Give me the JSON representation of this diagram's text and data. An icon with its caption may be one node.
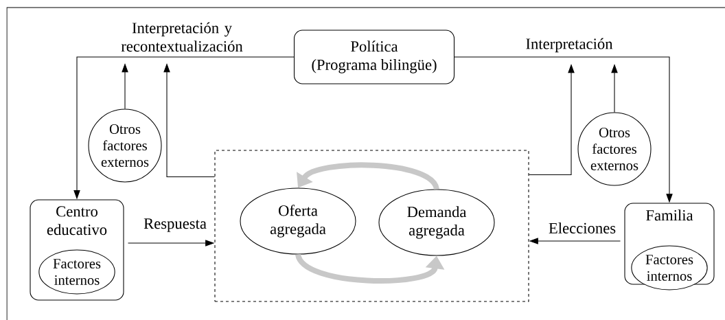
{
  "diagram": {
    "nodes": [
      {
        "text": [
          "Política",
          "(Programa bilingüe)"
        ]
      },
      {
        "text": [
          "Interpretación y recontextualización"
        ]
      },
      {
        "text": [
          "Interpretación"
        ]
      },
      {
        "text": [
          "Otros factores externos"
        ]
      },
      {
        "text": [
          "Otros factores externos"
        ]
      },
      {
        "text": [],
        "shape": "box"
      },
      {
        "text": [
          "Oferta agregada"
        ],
        "in": 5
      },
      {
        "text": [
          "Demanda agregada"
        ],
        "in": 5
      },
      {
        "text": [
          "Centro educativo"
        ]
      },
      {
        "text": [
          "Factores internos"
        ],
        "in": 8
      },
      {
        "text": [
          "Familia"
        ]
      },
      {
        "text": [
          "Factores internos"
        ],
        "in": 10
      }
    ],
    "edges": [
      {
        "from": 0,
        "to": 8,
        "arrow": "to"
      },
      {
        "from": 0,
        "to": 10,
        "arrow": "to"
      },
      {
        "from": 3,
        "to": 1,
        "arrow": "to"
      },
      {
        "from": 5,
        "to": 1,
        "arrow": "to"
      },
      {
        "from": 4,
        "to": 2,
        "arrow": "to"
      },
      {
        "from": 5,
        "to": 2,
        "arrow": "to"
      },
      {
        "from": 8,
        "to": 5,
        "arrow": "to",
        "label": "Respuesta"
      },
      {
        "from": 10,
        "to": 5,
        "arrow": "to",
        "label": "Elecciones"
      },
      {
        "from": 7,
        "to": 6,
        "arrow": "to",
        "style": "thick",
        "color": "#c8c8c8"
      },
      {
        "from": 6,
        "to": 7,
        "arrow": "to",
        "style": "thick",
        "color": "#c8c8c8"
      }
    ]
  }
}
